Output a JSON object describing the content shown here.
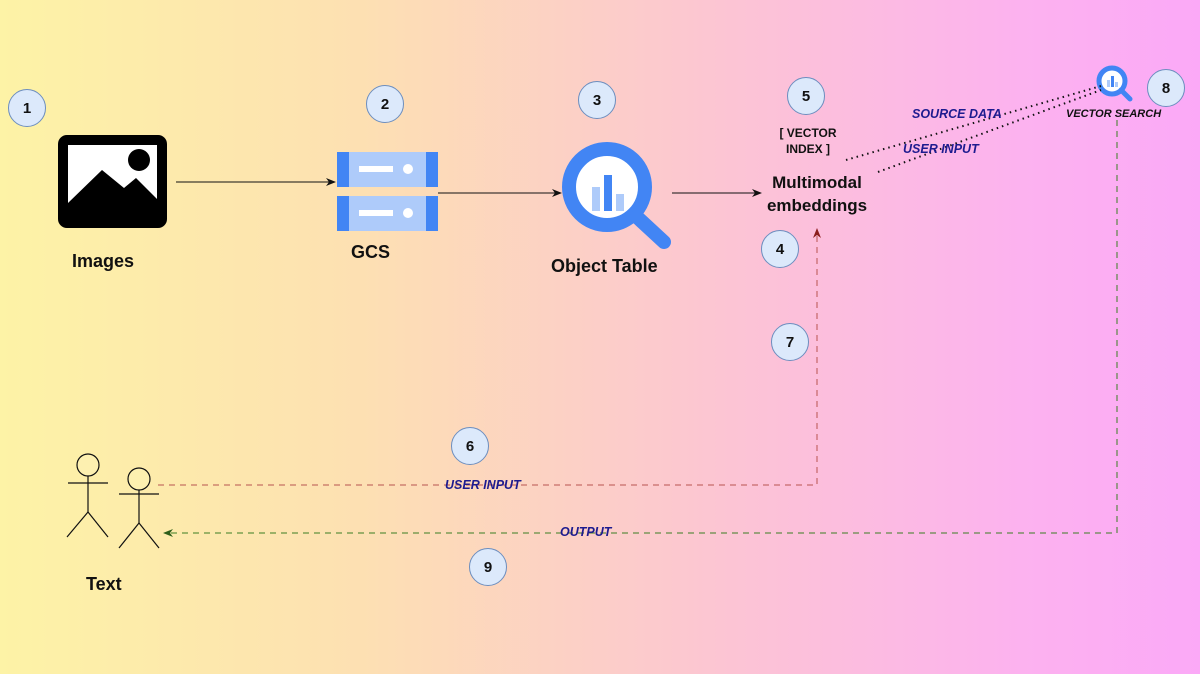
{
  "badges": [
    "1",
    "2",
    "3",
    "4",
    "5",
    "6",
    "7",
    "8",
    "9"
  ],
  "nodes": {
    "images": "Images",
    "gcs": "GCS",
    "object_table": "Object Table",
    "multimodal_line1": "Multimodal",
    "multimodal_line2": "embeddings",
    "vector_index_line1": "[ VECTOR",
    "vector_index_line2": "INDEX ]",
    "vector_search": "VECTOR SEARCH",
    "text": "Text"
  },
  "edge_labels": {
    "source_data": "SOURCE DATA",
    "user_input_top": "USER INPUT",
    "user_input_bottom": "USER INPUT",
    "output": "OUTPUT"
  },
  "colors": {
    "badge_fill": "#dce9fb",
    "badge_stroke": "#6c8ebf",
    "gcp_blue": "#4285f4",
    "gcp_light_blue": "#aecbfa",
    "user_input_edge": "#b85450",
    "output_edge": "#3a7d22",
    "label_text": "#1d1b8f"
  }
}
